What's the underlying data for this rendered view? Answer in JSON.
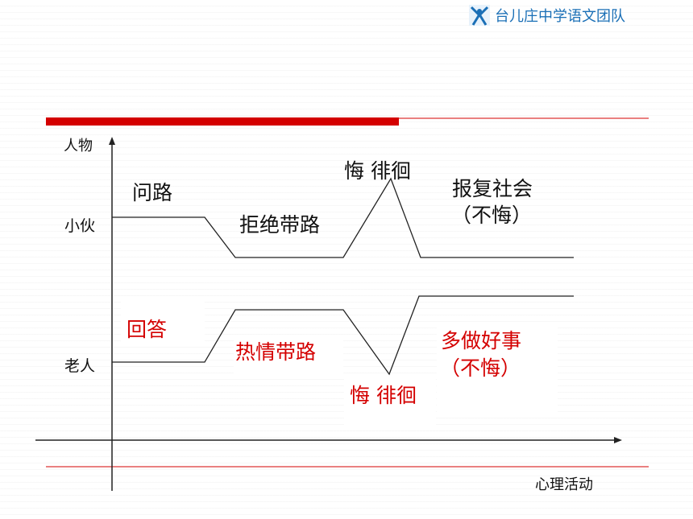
{
  "header": {
    "org": "台儿庄中学语文团队",
    "logo_icon": "compass-person-logo-icon",
    "accent": "#1a6fb6"
  },
  "axes": {
    "y_label": "人物",
    "x_label": "心理活动"
  },
  "rows": [
    {
      "name": "小伙",
      "role": "young-man"
    },
    {
      "name": "老人",
      "role": "old-man"
    }
  ],
  "young_man_stages": [
    {
      "text": "问路"
    },
    {
      "text": "拒绝带路"
    },
    {
      "text": "悔 徘徊"
    },
    {
      "text": "报复社会"
    },
    {
      "text": "（不悔）"
    }
  ],
  "old_man_stages": [
    {
      "text": "回答"
    },
    {
      "text": "热情带路"
    },
    {
      "text": "悔 徘徊"
    },
    {
      "text": "多做好事"
    },
    {
      "text": "（不悔）"
    }
  ],
  "colors": {
    "young_man_text": "#111111",
    "old_man_text": "#d40000",
    "red_rule": "#d40000",
    "axis": "#222222"
  }
}
